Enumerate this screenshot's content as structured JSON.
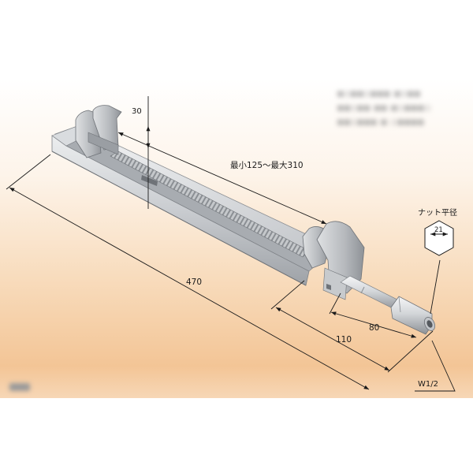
{
  "dimensions": {
    "d30": "30",
    "range": "最小125～最大310",
    "d470": "470",
    "d110": "110",
    "d80": "80",
    "nut_label": "ナット平径",
    "d21": "21",
    "thread": "W1/2"
  },
  "colors": {
    "steel_light": "#e2e4e6",
    "steel_mid": "#b9bcc0",
    "steel_dark": "#8a8e93",
    "line": "#1a1a1a"
  }
}
